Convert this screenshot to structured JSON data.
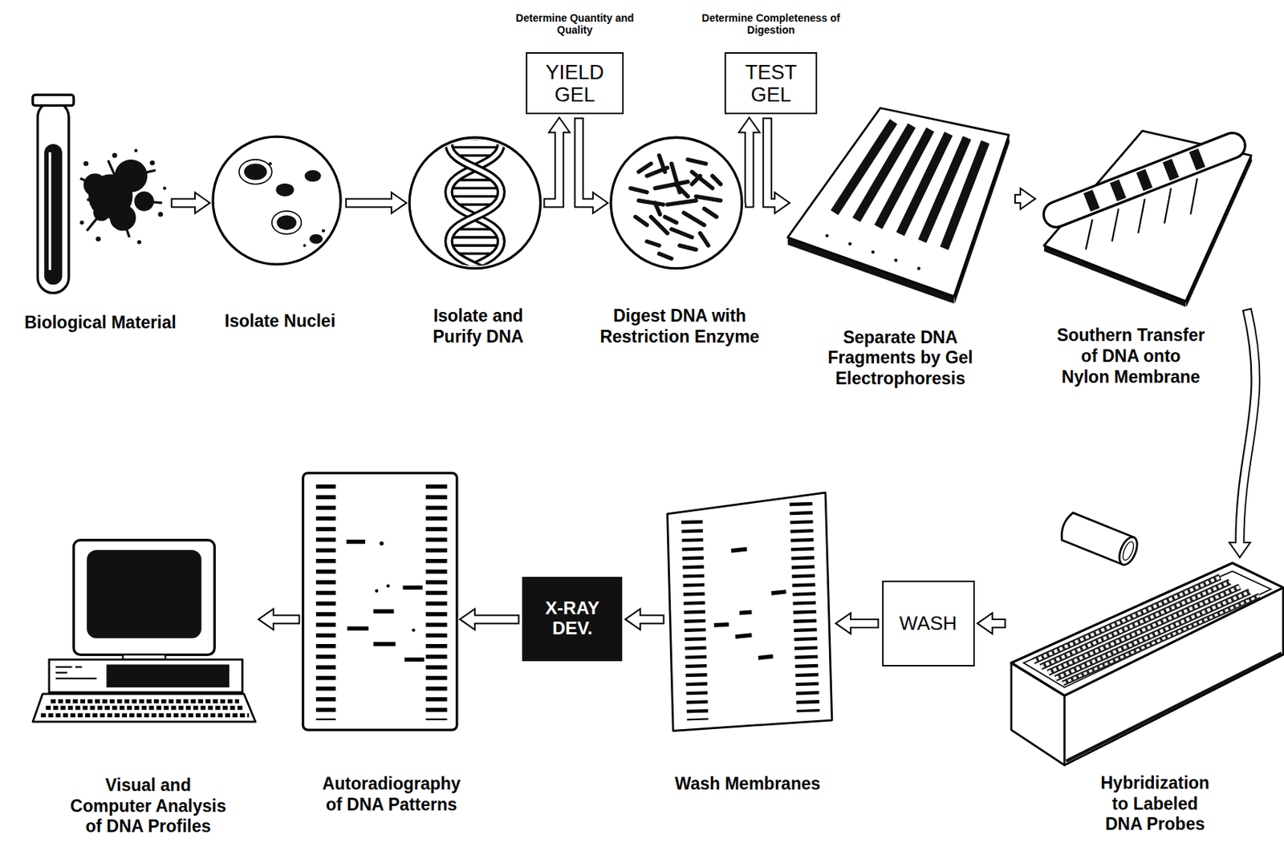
{
  "diagram": {
    "nodes": [
      {
        "text": [
          "Biological Material"
        ]
      },
      {
        "text": [
          "Isolate Nuclei"
        ]
      },
      {
        "text": [
          "Isolate and Purify DNA"
        ]
      },
      {
        "text": [
          "Determine Quantity and Quality",
          "YIELD GEL"
        ]
      },
      {
        "text": [
          "Digest DNA with Restriction Enzyme"
        ]
      },
      {
        "text": [
          "Determine Completeness of Digestion",
          "TEST GEL"
        ]
      },
      {
        "text": [
          "Separate DNA Fragments by Gel Electrophoresis"
        ]
      },
      {
        "text": [
          "Southern Transfer of DNA onto Nylon Membrane"
        ]
      },
      {
        "text": [
          "Hybridization to Labeled DNA Probes"
        ]
      },
      {
        "text": [
          "WASH"
        ]
      },
      {
        "text": [
          "Wash Membranes"
        ]
      },
      {
        "text": [
          "X-RAY DEV."
        ]
      },
      {
        "text": [
          "Autoradiography of DNA Patterns"
        ]
      },
      {
        "text": [
          "Visual and Computer Analysis of DNA Profiles"
        ]
      }
    ],
    "edges": [
      {
        "from": 0,
        "to": 1,
        "arrow": "to"
      },
      {
        "from": 1,
        "to": 2,
        "arrow": "to"
      },
      {
        "from": 2,
        "to": 3,
        "arrow": "to"
      },
      {
        "from": 3,
        "to": 4,
        "arrow": "to"
      },
      {
        "from": 4,
        "to": 5,
        "arrow": "to"
      },
      {
        "from": 5,
        "to": 6,
        "arrow": "to"
      },
      {
        "from": 6,
        "to": 7,
        "arrow": "to"
      },
      {
        "from": 7,
        "to": 8,
        "arrow": "to"
      },
      {
        "from": 8,
        "to": 9,
        "arrow": "to"
      },
      {
        "from": 9,
        "to": 10,
        "arrow": "to"
      },
      {
        "from": 10,
        "to": 11,
        "arrow": "to"
      },
      {
        "from": 11,
        "to": 12,
        "arrow": "to"
      },
      {
        "from": 12,
        "to": 13,
        "arrow": "to"
      }
    ]
  }
}
